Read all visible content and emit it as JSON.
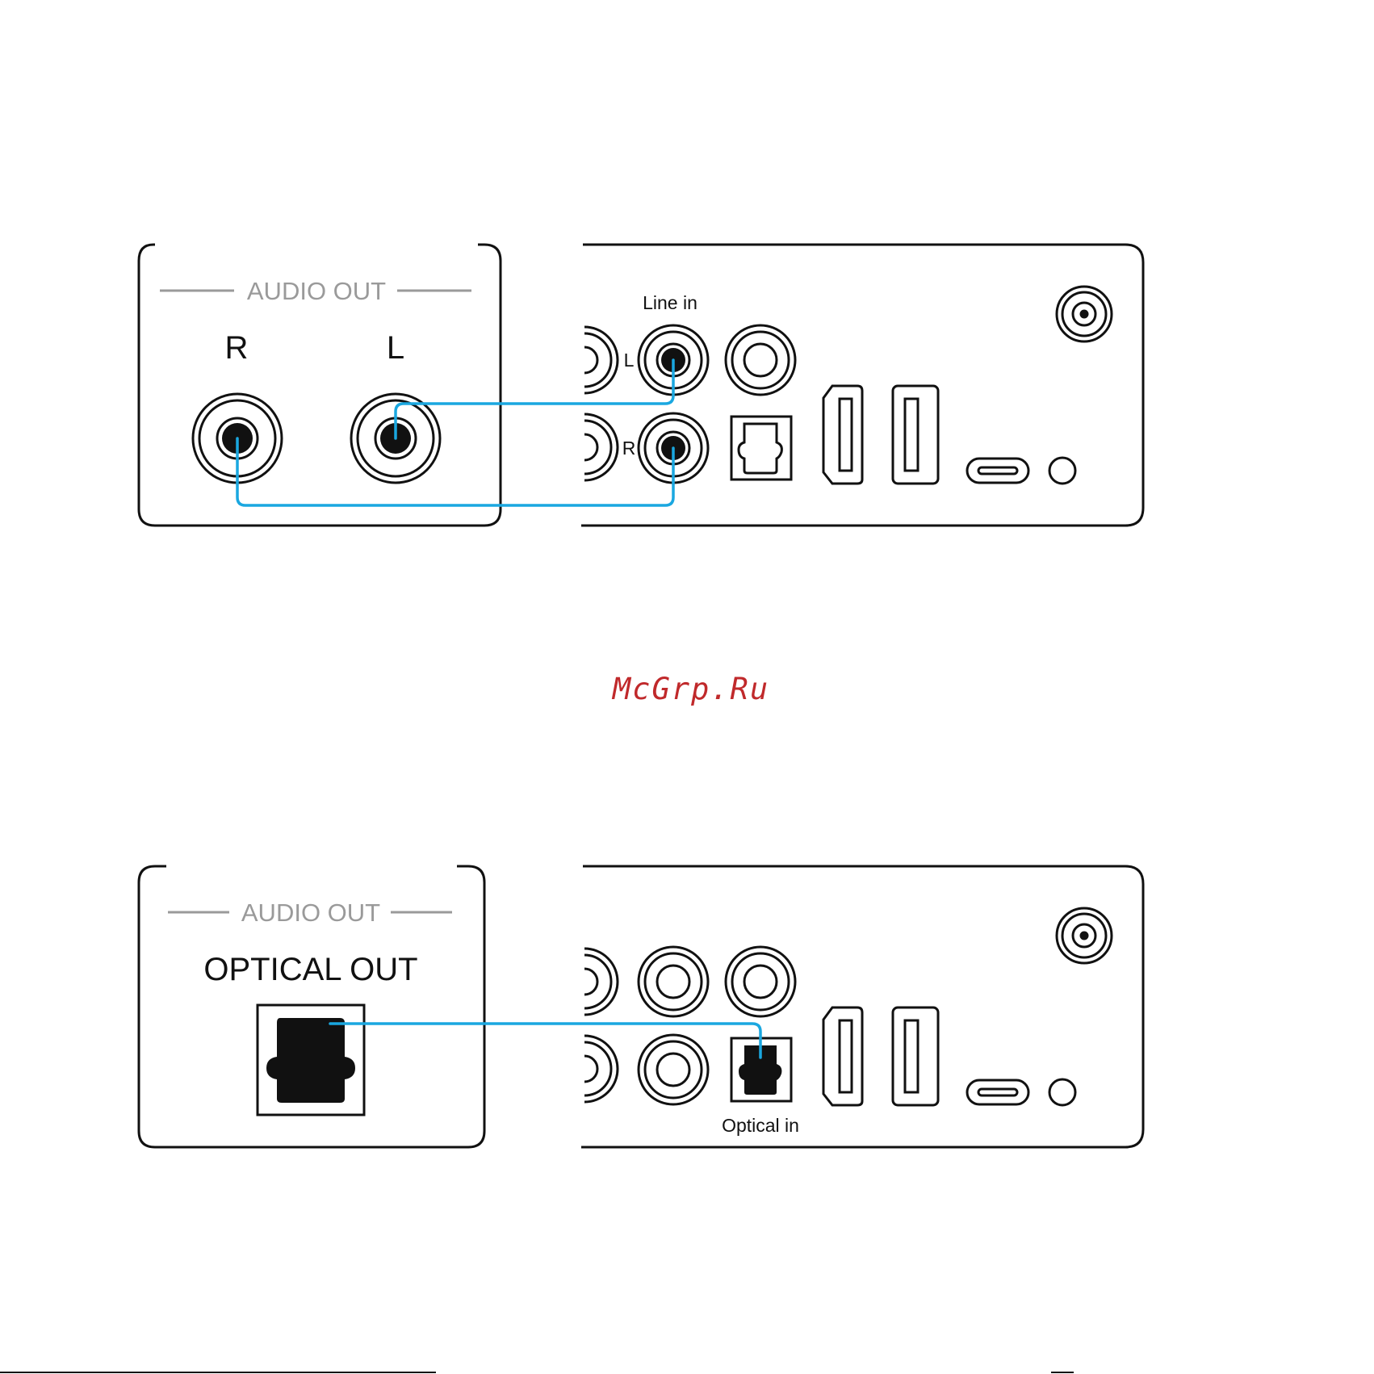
{
  "diagram1": {
    "source_header": "AUDIO OUT",
    "source_jack_r": "R",
    "source_jack_l": "L",
    "device_group_label": "Line in",
    "device_jack_l": "L",
    "device_jack_r": "R"
  },
  "watermark": "McGrp.Ru",
  "diagram2": {
    "source_header": "AUDIO OUT",
    "source_port_label": "OPTICAL OUT",
    "device_port_label": "Optical in"
  },
  "colors": {
    "cable": "#1aa7e0",
    "outline": "#111111",
    "header_text": "#9a9a9a",
    "watermark": "#c0292b"
  }
}
